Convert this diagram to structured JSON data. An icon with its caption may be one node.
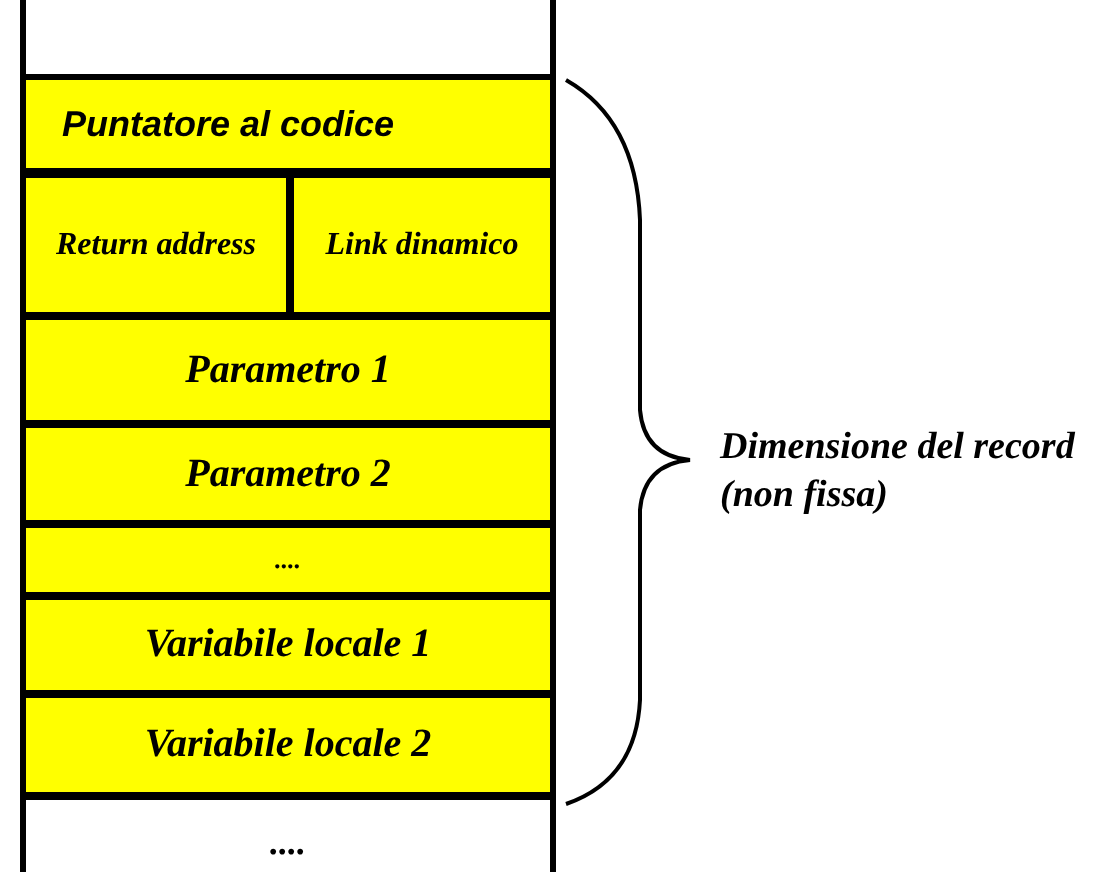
{
  "diagram": {
    "nodes": [
      {
        "text": [
          "Puntatore al codice"
        ]
      },
      {
        "text": [
          "Return address"
        ]
      },
      {
        "text": [
          "Link dinamico"
        ]
      },
      {
        "text": [
          "Parametro 1"
        ]
      },
      {
        "text": [
          "Parametro 2"
        ]
      },
      {
        "text": [
          "...."
        ]
      },
      {
        "text": [
          "Variabile locale 1"
        ]
      },
      {
        "text": [
          "Variabile locale 2"
        ]
      },
      {
        "text": [
          "...."
        ]
      }
    ],
    "edges": [],
    "labels": [
      "Dimensione del record (non fissa)"
    ]
  }
}
